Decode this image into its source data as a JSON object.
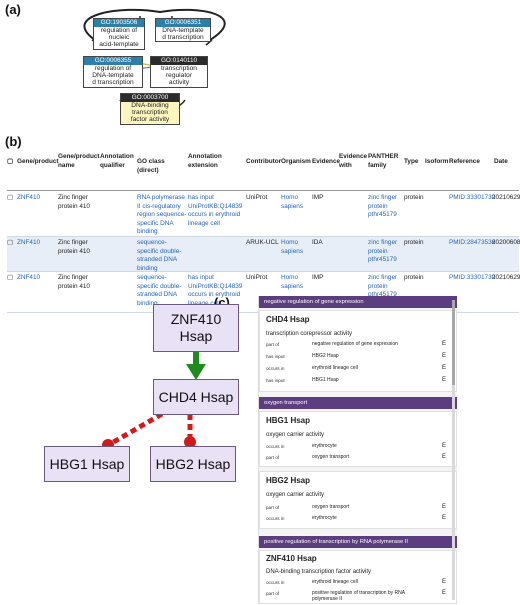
{
  "panel_a": {
    "label": "(a)",
    "nodes": [
      {
        "id": "GO:1903506",
        "text": [
          "regulation of",
          "nucleic",
          "acid-template"
        ]
      },
      {
        "id": "GO:0006351",
        "text": [
          "DNA-template",
          "d transcription"
        ]
      },
      {
        "id": "GO:0006355",
        "text": [
          "regulation of",
          "DNA-template",
          "d transcription"
        ]
      },
      {
        "id": "GO:0140110",
        "text": [
          "transcription",
          "regulator",
          "activity"
        ]
      },
      {
        "id": "GO:0003700",
        "text": [
          "DNA-binding",
          "transcription",
          "factor activity"
        ]
      }
    ]
  },
  "panel_b": {
    "label": "(b)",
    "headers": [
      "Gene/product",
      "Gene/product name",
      "Annotation qualifier",
      "GO class (direct)",
      "Annotation extension",
      "Contributor",
      "Organism",
      "Evidence",
      "Evidence with",
      "PANTHER family",
      "Type",
      "Isoform",
      "Reference",
      "Date"
    ],
    "rows": [
      {
        "gene": "ZNF410",
        "name": "Zinc finger protein 410",
        "go_class": "RNA polymerase II cis-regulatory region sequence-specific DNA binding",
        "extension": "has input UniProtKB:Q14839 occurs in erythroid lineage cell",
        "contributor": "UniProt",
        "organism": "Homo sapiens",
        "evidence": "IMP",
        "panther": "zinc finger protein pthr45179",
        "type": "protein",
        "reference": "PMID:33301730",
        "date": "20210629"
      },
      {
        "gene": "ZNF410",
        "name": "Zinc finger protein 410",
        "go_class": "sequence-specific double-stranded DNA binding",
        "extension": "",
        "contributor": "ARUK-UCL",
        "organism": "Homo sapiens",
        "evidence": "IDA",
        "panther": "zinc finger protein pthr45179",
        "type": "protein",
        "reference": "PMID:28473536",
        "date": "20200608"
      },
      {
        "gene": "ZNF410",
        "name": "Zinc finger protein 410",
        "go_class": "sequence-specific double-stranded DNA binding",
        "extension": "has input UniProtKB:Q14839 occurs in erythroid lineage cell",
        "contributor": "UniProt",
        "organism": "Homo sapiens",
        "evidence": "IMP",
        "panther": "zinc finger protein pthr45179",
        "type": "protein",
        "reference": "PMID:33301730",
        "date": "20210629"
      }
    ]
  },
  "panel_c": {
    "label": "(c)",
    "graph": {
      "znf": "ZNF410\nHsap",
      "chd4": "CHD4 Hsap",
      "hbg1": "HBG1 Hsap",
      "hbg2": "HBG2 Hsap"
    },
    "sections": [
      {
        "title": "negative regulation of gene expression",
        "cards": [
          {
            "gene": "CHD4 Hsap",
            "activity": "transcription corepressor activity",
            "rels": [
              [
                "part of",
                "negative regulation of gene expression",
                "E"
              ],
              [
                "has input",
                "HBG2 Hsap",
                "E"
              ],
              [
                "occurs in",
                "erythroid lineage cell",
                "E"
              ],
              [
                "has input",
                "HBG1 Hsap",
                "E"
              ]
            ]
          }
        ]
      },
      {
        "title": "oxygen transport",
        "cards": [
          {
            "gene": "HBG1 Hsap",
            "activity": "oxygen carrier activity",
            "rels": [
              [
                "occurs in",
                "erythrocyte",
                "E"
              ],
              [
                "part of",
                "oxygen transport",
                "E"
              ]
            ]
          },
          {
            "gene": "HBG2 Hsap",
            "activity": "oxygen carrier activity",
            "rels": [
              [
                "part of",
                "oxygen transport",
                "E"
              ],
              [
                "occurs in",
                "erythrocyte",
                "E"
              ]
            ]
          }
        ]
      },
      {
        "title": "positive regulation of transcription by RNA polymerase II",
        "cards": [
          {
            "gene": "ZNF410 Hsap",
            "activity": "DNA-binding transcription factor activity",
            "rels": [
              [
                "occurs in",
                "erythroid lineage cell",
                "E"
              ],
              [
                "part of",
                "positive regulation of transcription by RNA polymerase II",
                "E"
              ]
            ]
          }
        ]
      }
    ]
  }
}
